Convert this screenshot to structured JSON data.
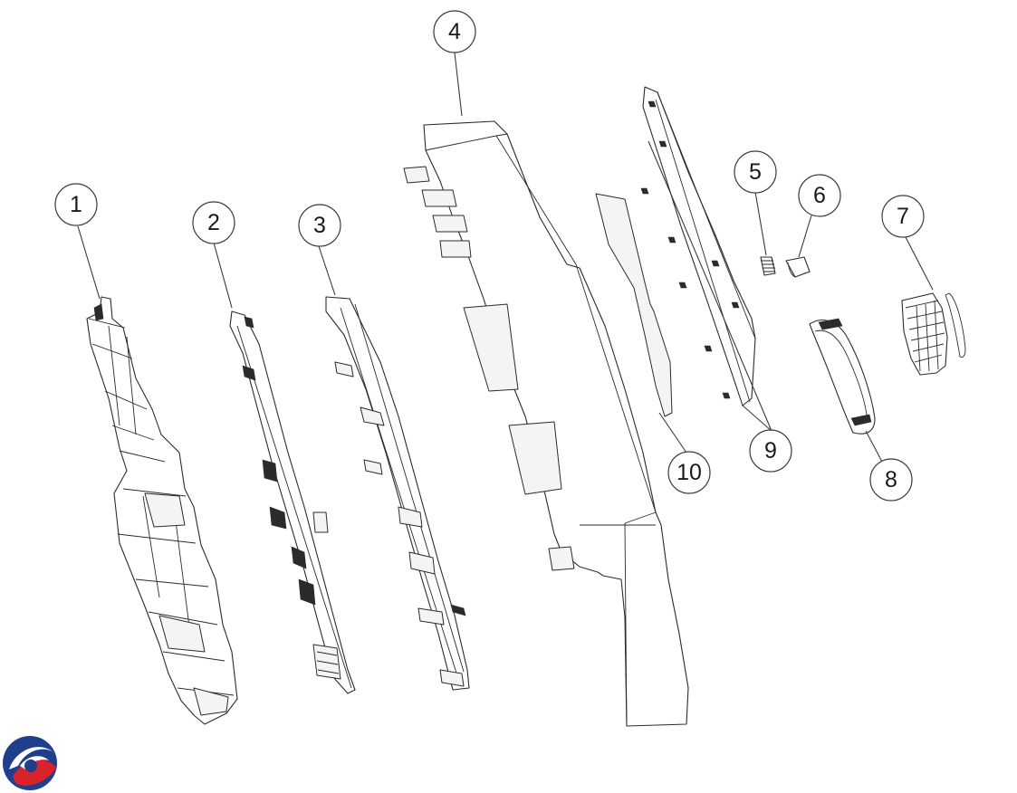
{
  "diagram": {
    "callouts": [
      {
        "id": "1",
        "label": "1"
      },
      {
        "id": "2",
        "label": "2"
      },
      {
        "id": "3",
        "label": "3"
      },
      {
        "id": "4",
        "label": "4"
      },
      {
        "id": "5",
        "label": "5"
      },
      {
        "id": "6",
        "label": "6"
      },
      {
        "id": "7",
        "label": "7"
      },
      {
        "id": "8",
        "label": "8"
      },
      {
        "id": "9",
        "label": "9"
      },
      {
        "id": "10",
        "label": "10"
      }
    ]
  },
  "logo": {
    "icon": "brand-logo-icon",
    "colors": {
      "blue": "#1f3e8c",
      "red": "#d8232a"
    }
  }
}
